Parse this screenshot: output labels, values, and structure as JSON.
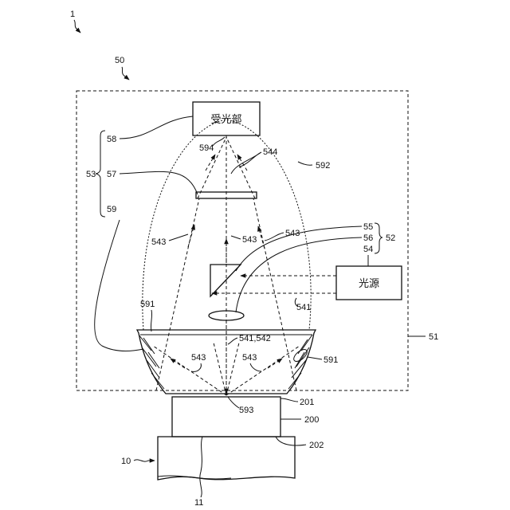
{
  "labels": {
    "fig_1": "1",
    "unit_50": "50",
    "box_light_receiver": "受光部",
    "box_light_source": "光源",
    "r58": "58",
    "r53": "53",
    "r57": "57",
    "r59": "59",
    "r594": "594",
    "r544": "544",
    "r592": "592",
    "r543_left": "543",
    "r543_mid": "543",
    "r543_right": "543",
    "r55": "55",
    "r56": "56",
    "r52": "52",
    "r54": "54",
    "r541": "541",
    "r591_left": "591",
    "r591_right": "591",
    "r541_542": "541,542",
    "r543_low_left": "543",
    "r543_low_right": "543",
    "r51": "51",
    "r201": "201",
    "r593": "593",
    "r200": "200",
    "r202": "202",
    "r10": "10",
    "r11": "11"
  }
}
